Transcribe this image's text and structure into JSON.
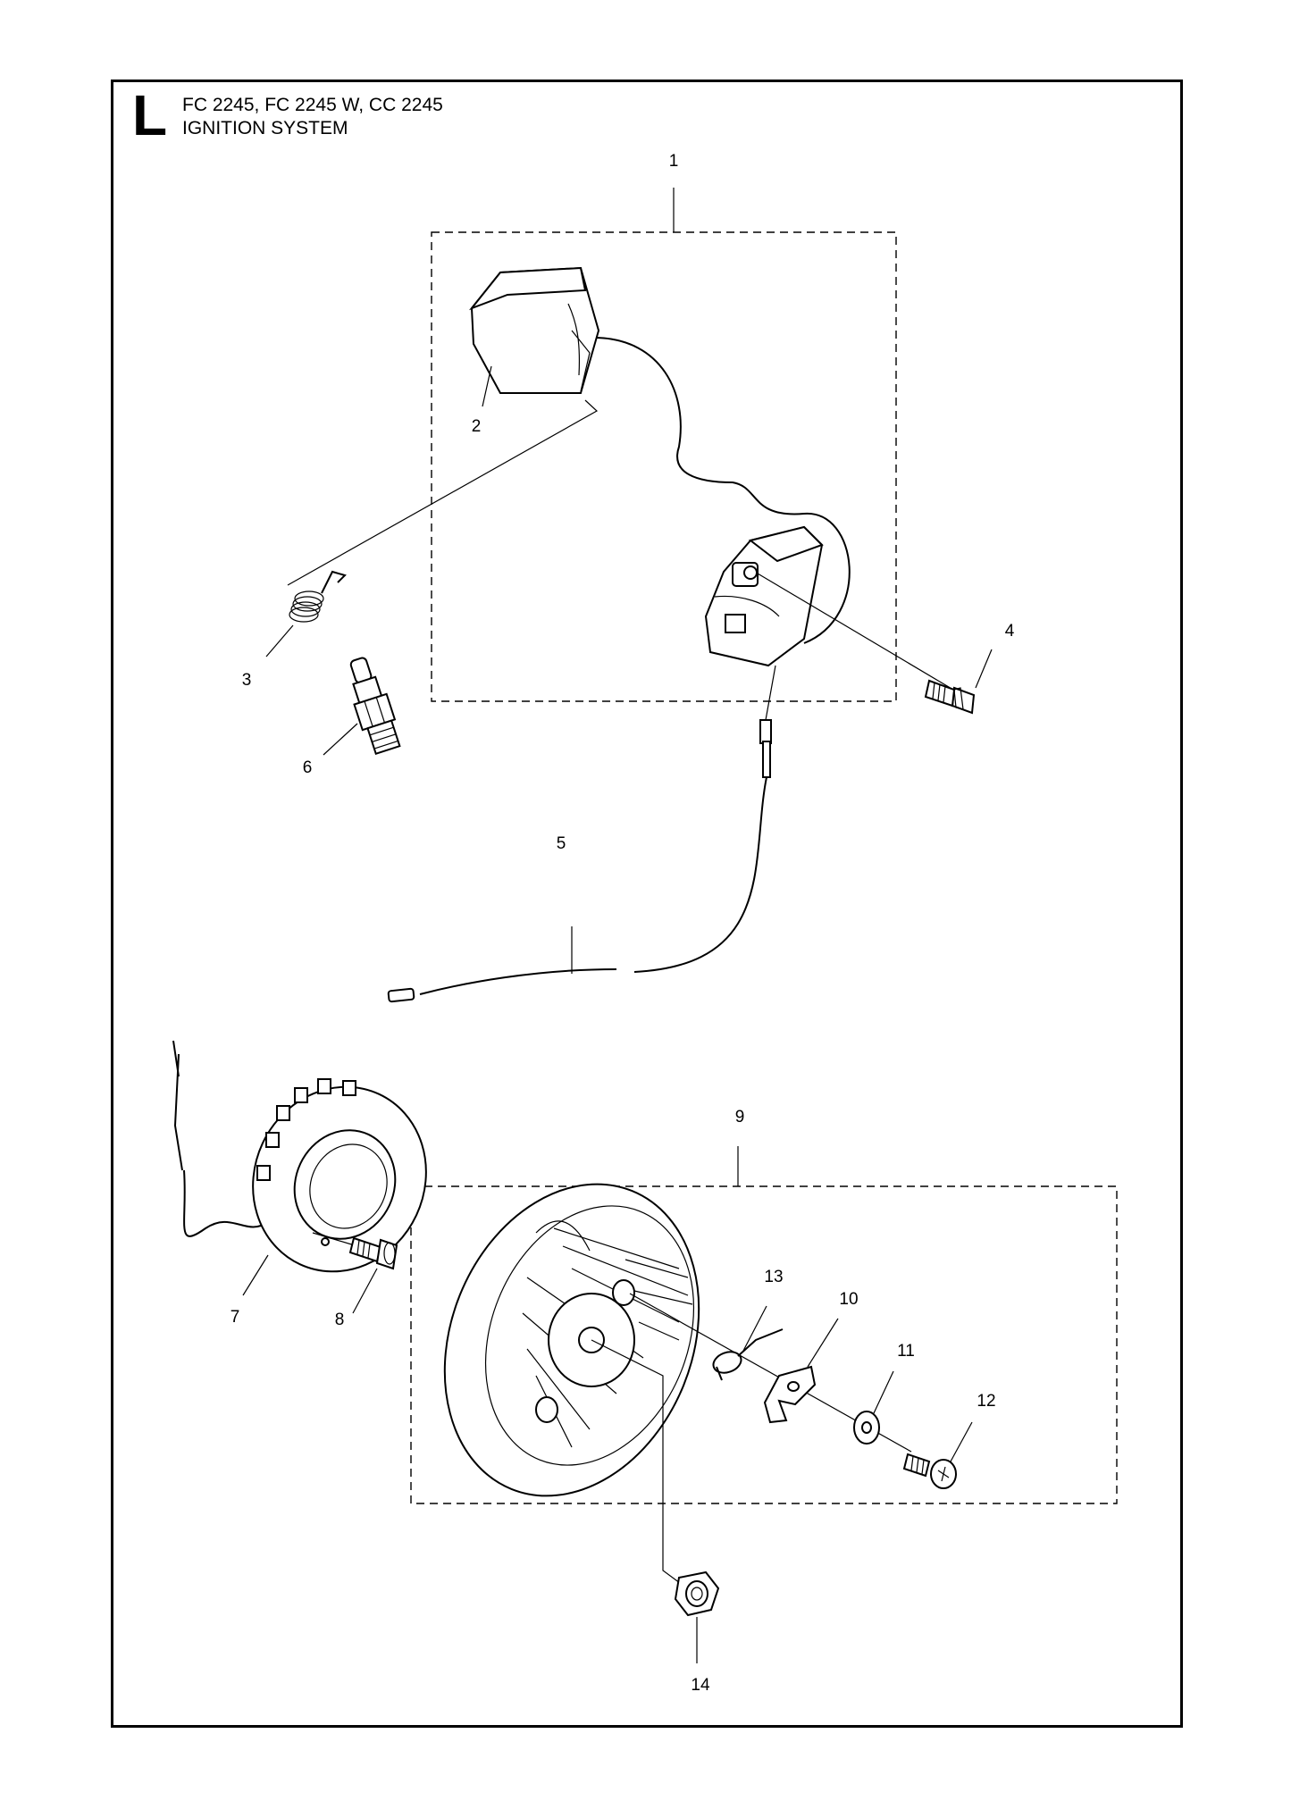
{
  "header": {
    "section_letter": "L",
    "models": "FC 2245, FC 2245 W, CC 2245",
    "title": "IGNITION SYSTEM"
  },
  "callouts": {
    "c1": "1",
    "c2": "2",
    "c3": "3",
    "c4": "4",
    "c5": "5",
    "c6": "6",
    "c7": "7",
    "c8": "8",
    "c9": "9",
    "c10": "10",
    "c11": "11",
    "c12": "12",
    "c13": "13",
    "c14": "14"
  }
}
